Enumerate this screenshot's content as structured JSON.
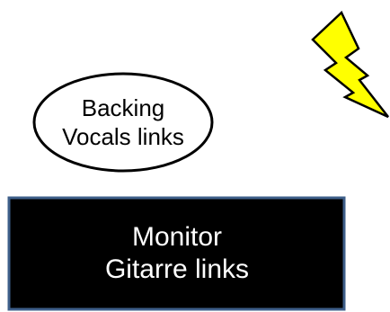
{
  "ellipse": {
    "line1": "Backing",
    "line2": "Vocals links",
    "fill": "#ffffff",
    "stroke": "#000000"
  },
  "box": {
    "line1": "Monitor",
    "line2": "Gitarre links",
    "fill": "#000000",
    "border": "#3e5f8a",
    "text_color": "#ffffff"
  },
  "lightning": {
    "icon": "lightning-bolt-icon",
    "fill": "#ffff00",
    "stroke": "#000000"
  }
}
